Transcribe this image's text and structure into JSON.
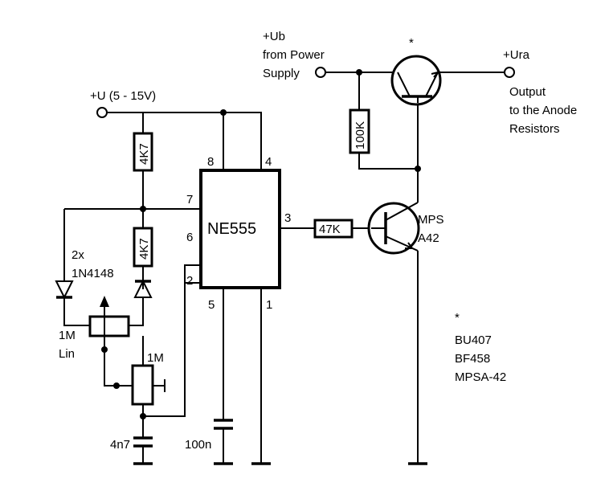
{
  "labels": {
    "supply": "+U (5 - 15V)",
    "ub_1": "+Ub",
    "ub_2": "from Power",
    "ub_3": "Supply",
    "ura": "+Ura",
    "out_1": "Output",
    "out_2": "to the Anode",
    "out_3": "Resistors",
    "top_star": "*",
    "note_star": "*",
    "alt_1": "BU407",
    "alt_2": "BF458",
    "alt_3": "MPSA-42",
    "diodes_1": "2x",
    "diodes_2": "1N4148",
    "pot1_1": "1M",
    "pot1_2": "Lin",
    "pot2": "1M",
    "cap1": "4n7",
    "cap2": "100n",
    "mps_1": "MPS",
    "mps_2": "A42"
  },
  "components": {
    "ic": "NE555",
    "r_top": "4K7",
    "r_mid": "4K7",
    "r_base": "47K",
    "r_collector": "100K"
  },
  "pins": {
    "p8": "8",
    "p4": "4",
    "p7": "7",
    "p6": "6",
    "p2": "2",
    "p3": "3",
    "p5": "5",
    "p1": "1"
  }
}
